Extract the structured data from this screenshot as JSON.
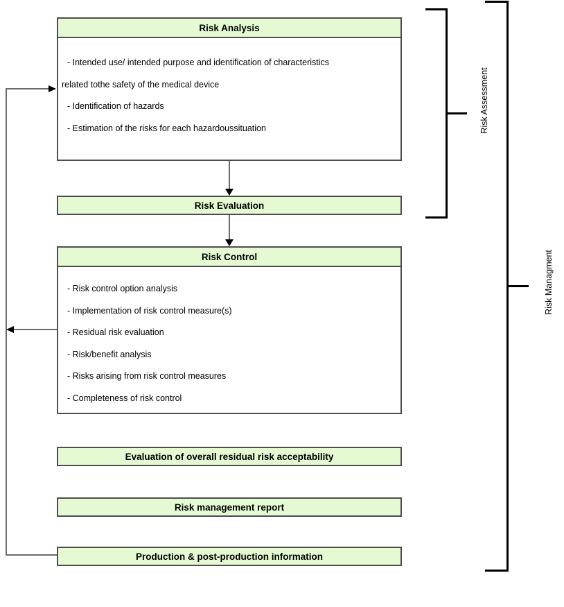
{
  "boxes": {
    "risk_analysis": {
      "title": "Risk Analysis",
      "items": [
        "- Intended use/ intended purpose and identification of characteristics",
        "related tothe safety of the medical device",
        "- Identification of hazards",
        "- Estimation of the risks for each hazardoussituation"
      ]
    },
    "risk_evaluation": {
      "title": "Risk Evaluation"
    },
    "risk_control": {
      "title": "Risk Control",
      "items": [
        "- Risk control option analysis",
        "- Implementation of risk control measure(s)",
        "- Residual risk evaluation",
        "- Risk/benefit analysis",
        "- Risks arising from risk control measures",
        "- Completeness of risk control"
      ]
    },
    "overall_residual_risk": {
      "title": "Evaluation of overall residual risk acceptability"
    },
    "risk_management_report": {
      "title": "Risk management report"
    },
    "production_info": {
      "title": "Production & post-production information"
    }
  },
  "brackets": {
    "risk_assessment": {
      "label": "Risk Assessment"
    },
    "risk_management": {
      "label": "Risk Managment"
    }
  },
  "colors": {
    "box_fill": "#e5fad3",
    "box_border": "#4d4d4d",
    "connector": "#6b6b6b",
    "arrowhead": "#000000",
    "bracket": "#000000",
    "text": "#000000"
  }
}
